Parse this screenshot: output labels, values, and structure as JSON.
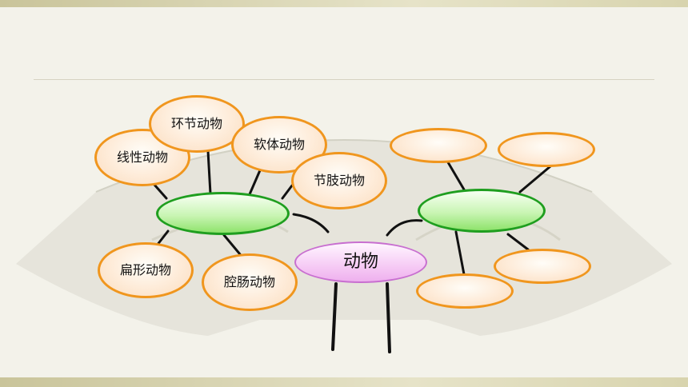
{
  "center": {
    "label": "动物"
  },
  "left_group": {
    "hub_label": "",
    "items": [
      {
        "label": "线性动物"
      },
      {
        "label": "环节动物"
      },
      {
        "label": "软体动物"
      },
      {
        "label": "节肢动物"
      },
      {
        "label": "扁形动物"
      },
      {
        "label": "腔肠动物"
      }
    ]
  },
  "right_group": {
    "hub_label": "",
    "items": [
      {
        "label": ""
      },
      {
        "label": ""
      },
      {
        "label": ""
      },
      {
        "label": ""
      }
    ]
  },
  "colors": {
    "leaf_border": "#f0961e",
    "hub_border": "#1f9e1f",
    "center_border": "#c86fd0",
    "connector": "#111111"
  }
}
